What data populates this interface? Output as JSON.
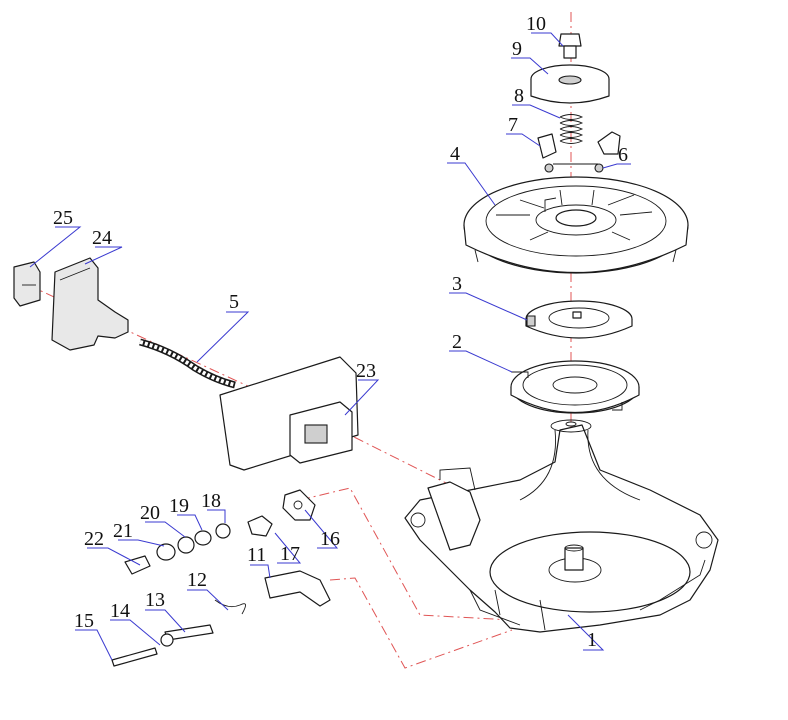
{
  "diagram": {
    "callouts": [
      {
        "id": "p1",
        "text": "1"
      },
      {
        "id": "p2",
        "text": "2"
      },
      {
        "id": "p3",
        "text": "3"
      },
      {
        "id": "p4",
        "text": "4"
      },
      {
        "id": "p5",
        "text": "5"
      },
      {
        "id": "p6",
        "text": "6"
      },
      {
        "id": "p7",
        "text": "7"
      },
      {
        "id": "p8",
        "text": "8"
      },
      {
        "id": "p9",
        "text": "9"
      },
      {
        "id": "p10",
        "text": "10"
      },
      {
        "id": "p11",
        "text": "11"
      },
      {
        "id": "p12",
        "text": "12"
      },
      {
        "id": "p13",
        "text": "13"
      },
      {
        "id": "p14",
        "text": "14"
      },
      {
        "id": "p15",
        "text": "15"
      },
      {
        "id": "p16",
        "text": "16"
      },
      {
        "id": "p17",
        "text": "17"
      },
      {
        "id": "p18",
        "text": "18"
      },
      {
        "id": "p19",
        "text": "19"
      },
      {
        "id": "p20",
        "text": "20"
      },
      {
        "id": "p21",
        "text": "21"
      },
      {
        "id": "p22",
        "text": "22"
      },
      {
        "id": "p23",
        "text": "23"
      },
      {
        "id": "p24",
        "text": "24"
      },
      {
        "id": "p25",
        "text": "25"
      }
    ],
    "colors": {
      "outline": "#1a1a1a",
      "centerline": "#e05555",
      "leader": "#3a3ad0"
    }
  }
}
